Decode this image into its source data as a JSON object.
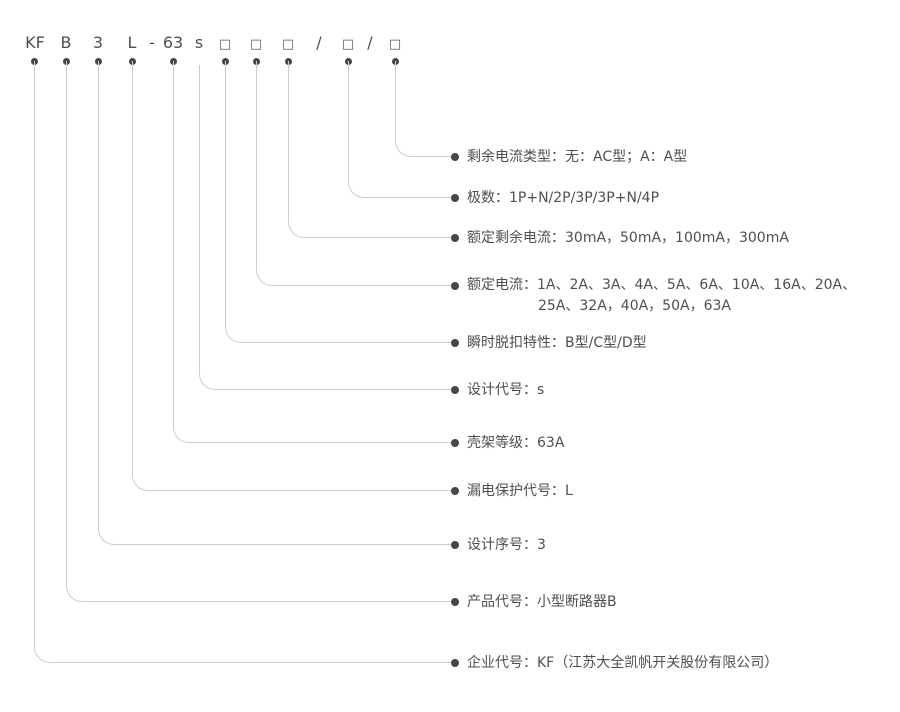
{
  "code": {
    "segments": [
      "KF",
      "B",
      "3",
      "L",
      "-",
      "63",
      "s",
      "□",
      "□",
      "□",
      "/",
      "□",
      "/",
      "□"
    ]
  },
  "labels": [
    {
      "text": "剩余电流类型：无：AC型；A：A型"
    },
    {
      "text": "极数：1P+N/2P/3P/3P+N/4P"
    },
    {
      "text": "额定剩余电流：30mA，50mA，100mA，300mA"
    },
    {
      "line1": "额定电流：1A、2A、3A、4A、5A、6A、10A、16A、20A、",
      "line2": "25A、32A，40A，50A，63A"
    },
    {
      "text": "瞬时脱扣特性：B型/C型/D型"
    },
    {
      "text": "设计代号：s"
    },
    {
      "text": "壳架等级：63A"
    },
    {
      "text": "漏电保护代号：L"
    },
    {
      "text": "设计序号：3"
    },
    {
      "text": "产品代号：小型断路器B"
    },
    {
      "text": "企业代号：KF（江苏大全凯帆开关股份有限公司）"
    }
  ],
  "colors": {
    "line": "#cccccc",
    "dot": "#464646",
    "text": "#4f4f4f"
  }
}
